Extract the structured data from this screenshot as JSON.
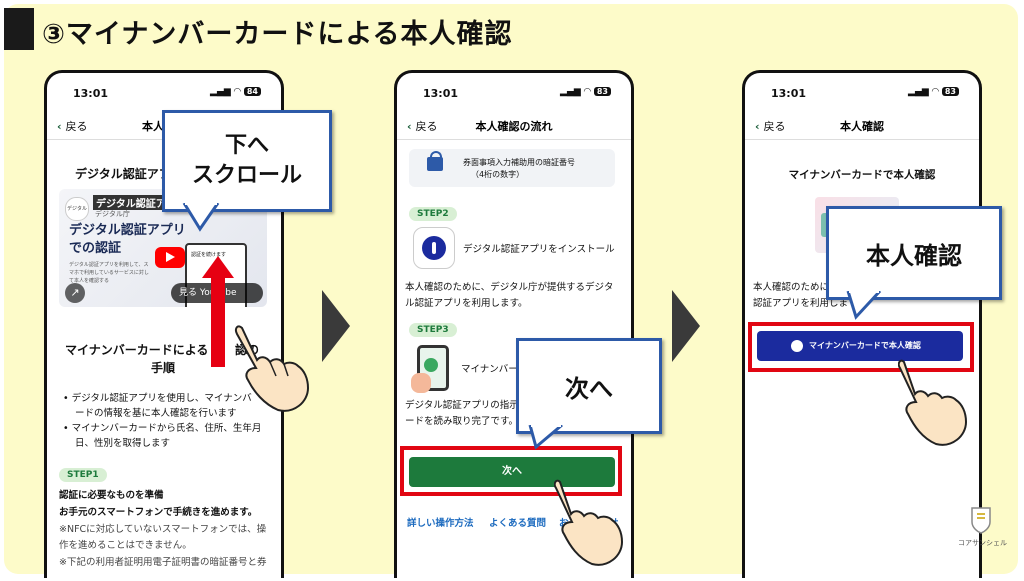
{
  "slide": {
    "title": "③マイナンバーカードによる本人確認"
  },
  "phone1": {
    "time": "13:01",
    "battery": "84",
    "back_label": "戻る",
    "nav_title": "本人確認",
    "section_title": "デジタル認証アプ",
    "video": {
      "channel": "デジタル",
      "heading_top": "デジタル認証ア",
      "subtitle_small": "デジタル庁",
      "heading": "デジタル認証アプリ",
      "heading2": "での認証",
      "desc": "デジタル認証アプリを利用して、スマホで利用しているサービスに対して本人を確認する",
      "inner_screen": "認証を続けます",
      "watch_label": "見る",
      "youtube": "YouTube"
    },
    "procedure_title_a": "マイナンバーカードによる",
    "procedure_title_b": "認の",
    "procedure_title_c": "手順",
    "bullets": [
      "デジタル認証アプリを使用し、マイナンバ",
      "ードの情報を基に本人確認を行います",
      "マイナンバーカードから氏名、住所、生年月",
      "日、性別を取得します"
    ],
    "step1_badge": "STEP1",
    "step1_title": "認証に必要なものを準備",
    "step1_desc": "お手元のスマートフォンで手続きを進めます。",
    "note1a": "※NFCに対応していないスマートフォンでは、操",
    "note1b": "作を進めることはできません。",
    "note2": "※下記の利用者証明用電子証明書の暗証番号と券"
  },
  "phone2": {
    "time": "13:01",
    "battery": "83",
    "back_label": "戻る",
    "nav_title": "本人確認の流れ",
    "pin_label": "券面事項入力補助用の暗証番号",
    "pin_sub": "（4桁の数字）",
    "step2_badge": "STEP2",
    "step2_title": "デジタル認証アプリをインストール",
    "step2_desc_a": "本人確認のために、デジタル庁が提供するデジタ",
    "step2_desc_b": "ル認証アプリを利用します。",
    "step3_badge": "STEP3",
    "step3_title": "マイナンバー",
    "step3_desc_a": "デジタル認証アプリの指示",
    "step3_desc_b": "ードを読み取り完了です。",
    "next_button": "次へ",
    "links": [
      "詳しい操作方法",
      "よくある質問",
      "お",
      "せ"
    ]
  },
  "phone3": {
    "time": "13:01",
    "battery": "83",
    "back_label": "戻る",
    "nav_title": "本人確認",
    "heading": "マイナンバーカードで本人確認",
    "desc_a": "本人確認のために",
    "desc_b": "認証アプリを利用しま",
    "confirm_button": "マイナンバーカードで本人確認"
  },
  "callouts": {
    "scroll": [
      "下へ",
      "スクロール"
    ],
    "next": "次へ",
    "confirm": "本人確認"
  },
  "logo": {
    "label": "コアサンシェル"
  },
  "colors": {
    "background": "#fdfbc9",
    "callout_border": "#2d5aa8",
    "highlight_red": "#e10612",
    "green_button": "#1d7a3c",
    "blue_button": "#1b2b9e"
  }
}
